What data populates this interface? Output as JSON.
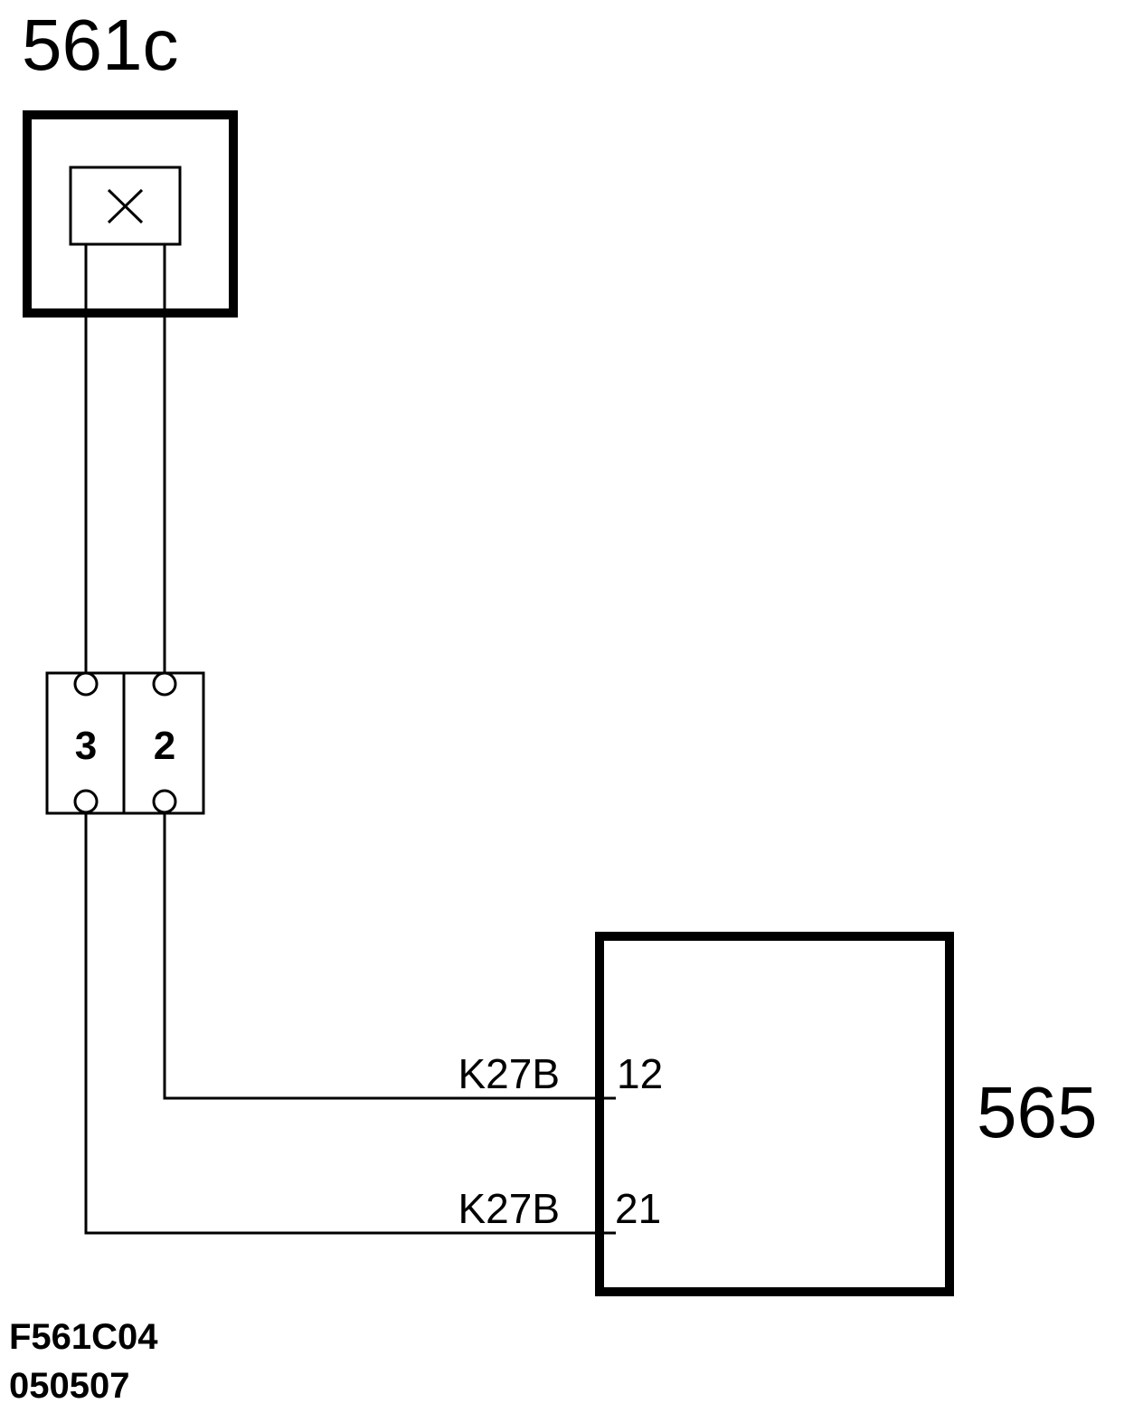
{
  "components": {
    "top": {
      "id": "561c"
    },
    "right": {
      "id": "565"
    },
    "connector": {
      "cells": [
        "3",
        "2"
      ]
    }
  },
  "wires": [
    {
      "label": "K27B",
      "pin": "12"
    },
    {
      "label": "K27B",
      "pin": "21"
    }
  ],
  "footer": {
    "code": "F561C04",
    "date": "050507"
  }
}
